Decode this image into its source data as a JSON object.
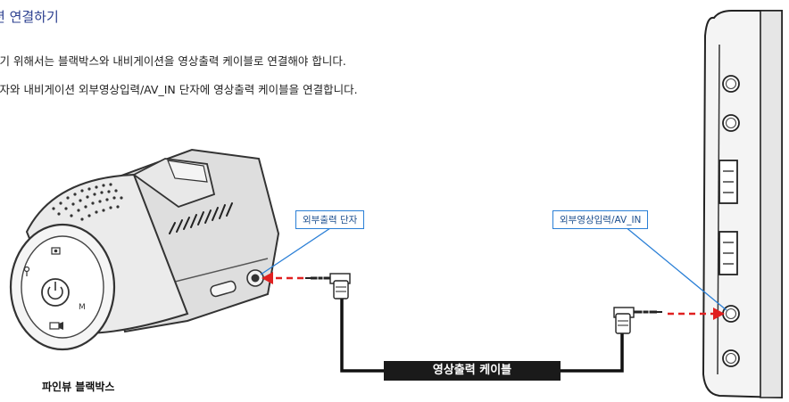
{
  "heading": "션 연결하기",
  "description": {
    "line1": "하기 위해서는 블랙박스와 내비게이션을 영상출력 케이블로 연결해야 합니다.",
    "line2": "단자와 내비게이션 외부영상입력/AV_IN 단자에 영상출력 케이블을 연결합니다."
  },
  "callouts": {
    "blackbox_port": "외부출력 단자",
    "navigation_port": "외부영상입력/AV_IN"
  },
  "cable_label": "영상출력 케이블",
  "device_label": "파인뷰 블랙박스",
  "colors": {
    "heading": "#2b3f8f",
    "callout_border": "#2a7fd6",
    "arrow": "#e02020",
    "cable": "#111111"
  }
}
